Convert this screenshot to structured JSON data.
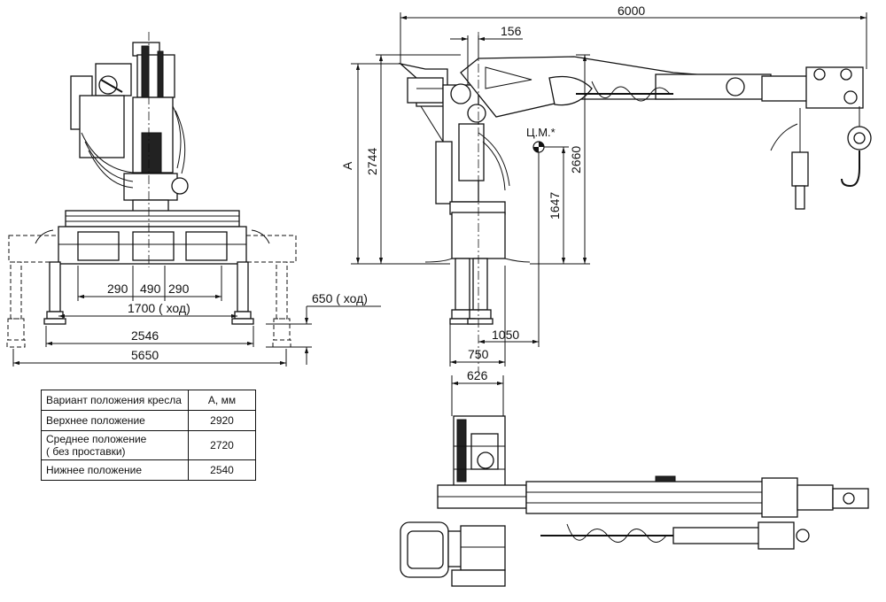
{
  "dimensions": {
    "front": {
      "d290_left": "290",
      "d490": "490",
      "d290_right": "290",
      "d1700": "1700 ( ход)",
      "d2546": "2546",
      "d5650": "5650",
      "d650": "650  ( ход)"
    },
    "side": {
      "d6000": "6000",
      "d156": "156",
      "dA": "A",
      "d2744": "2744",
      "d1647": "1647",
      "d2660": "2660",
      "cm_label": "Ц.М.*",
      "d1050": "1050",
      "d750": "750"
    },
    "plan": {
      "d626": "626"
    }
  },
  "seat_table": {
    "header": {
      "variant": "Вариант положения кресла",
      "a_mm": "A, мм"
    },
    "rows": [
      {
        "label": "Верхнее положение",
        "value": "2920"
      },
      {
        "label": "Среднее положение\n( без проставки)",
        "value": "2720"
      },
      {
        "label": "Нижнее положение",
        "value": "2540"
      }
    ]
  }
}
